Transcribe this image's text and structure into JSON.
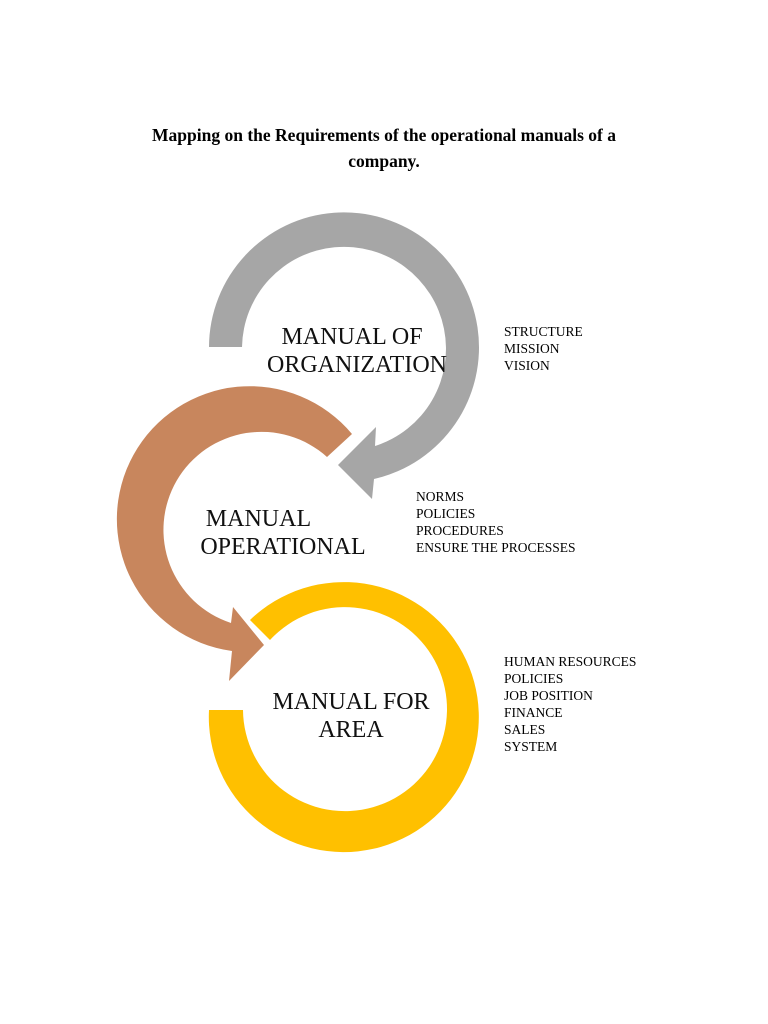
{
  "title": {
    "line1": "Mapping on the Requirements of the operational manuals of a",
    "line2": "company."
  },
  "colors": {
    "organization": "#a6a6a6",
    "operational": "#c8865d",
    "area": "#ffc000",
    "text": "#111111"
  },
  "stages": [
    {
      "label_lines": [
        "MANUAL OF",
        "ORGANIZATION"
      ],
      "items": [
        "STRUCTURE",
        "MISSION",
        "VISION"
      ]
    },
    {
      "label_lines": [
        "MANUAL",
        "OPERATIONAL"
      ],
      "items": [
        "NORMS",
        "POLICIES",
        "PROCEDURES",
        "ENSURE THE PROCESSES"
      ]
    },
    {
      "label_lines": [
        "MANUAL FOR",
        "AREA"
      ],
      "items": [
        "HUMAN RESOURCES",
        "POLICIES",
        "JOB POSITION",
        "FINANCE",
        "SALES",
        "SYSTEM"
      ]
    }
  ]
}
